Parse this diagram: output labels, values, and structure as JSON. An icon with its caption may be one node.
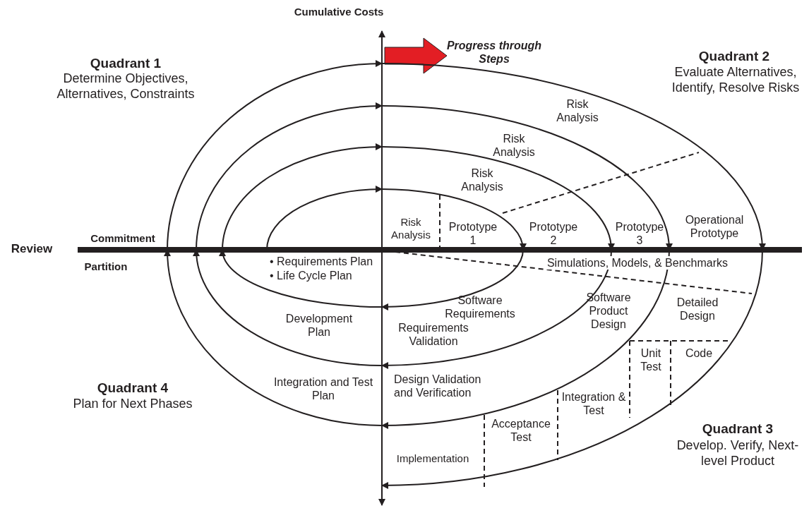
{
  "diagram": {
    "labels": [
      "Cumulative Costs",
      "Progress through Steps",
      "Quadrant 1",
      "Determine Objectives, Alternatives, Constraints",
      "Quadrant 2",
      "Evaluate Alternatives, Identify, Resolve Risks",
      "Risk Analysis",
      "Risk Analysis",
      "Risk Analysis",
      "Risk Analysis",
      "Prototype 1",
      "Prototype 2",
      "Prototype 3",
      "Operational Prototype",
      "Commitment",
      "Review",
      "Partition",
      "• Requirements Plan",
      "• Life Cycle Plan",
      "Simulations, Models, & Benchmarks",
      "Software Requirements",
      "Requirements Validation",
      "Development Plan",
      "Software Product Design",
      "Detailed Design",
      "Unit Test",
      "Code",
      "Integration and Test Plan",
      "Quadrant 4",
      "Plan for Next Phases",
      "Design Validation and Verification",
      "Integration & Test",
      "Acceptance Test",
      "Quadrant 3",
      "Develop. Verify, Next-level Product",
      "Implementation"
    ]
  }
}
